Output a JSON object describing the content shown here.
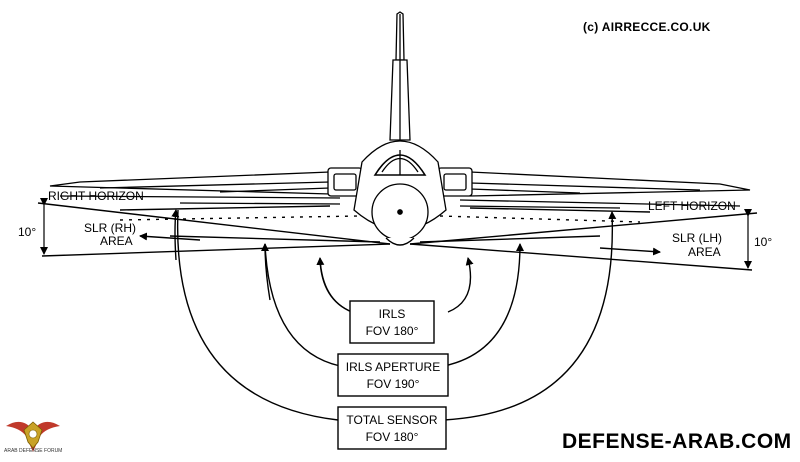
{
  "watermark": {
    "copyright": "(c) AIRRECCE.CO.UK",
    "site": "DEFENSE-ARAB.COM",
    "logo_text": "ARAB DEFENSE FORUM"
  },
  "diagram": {
    "right_horizon": "RIGHT HORIZON",
    "left_horizon": "LEFT HORIZON",
    "slr_rh_line1": "SLR (RH)",
    "slr_rh_line2": "AREA",
    "slr_lh_line1": "SLR (LH)",
    "slr_lh_line2": "AREA",
    "angle_left": "10°",
    "angle_right": "10°",
    "irls_line1": "IRLS",
    "irls_line2": "FOV 180°",
    "aperture_line1": "IRLS APERTURE",
    "aperture_line2": "FOV 190°",
    "total_line1": "TOTAL SENSOR",
    "total_line2": "FOV 180°"
  },
  "colors": {
    "ink": "#000000",
    "background": "#ffffff",
    "logo_red": "#c0392b",
    "logo_gold": "#c9a227"
  }
}
